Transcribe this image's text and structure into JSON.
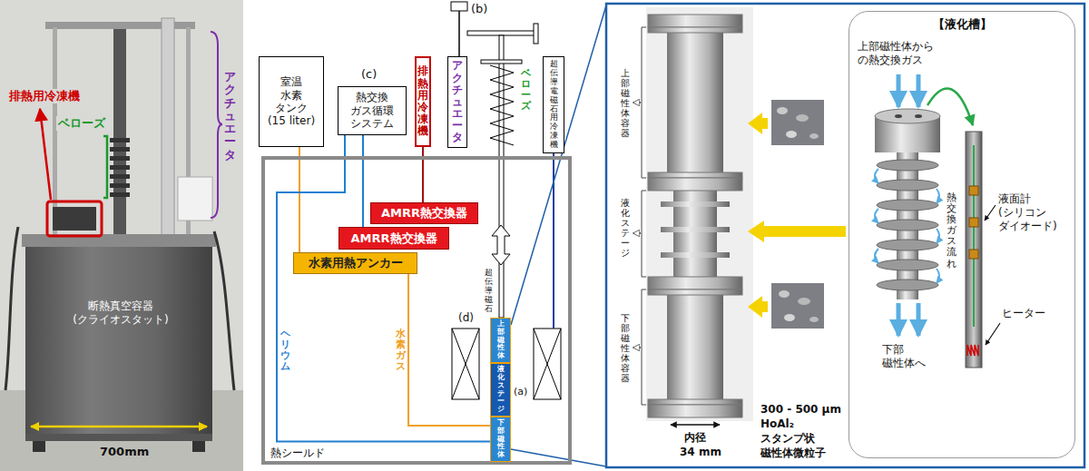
{
  "diagram": {
    "nodes": [
      {
        "text": [
          "室温 水素 タンク",
          "(15 liter)"
        ]
      },
      {
        "text": [
          "熱交換 ガス循環 システム"
        ]
      },
      {
        "text": [
          "排熱用冷凍機"
        ]
      },
      {
        "text": [
          "アクチュエータ"
        ]
      },
      {
        "text": [
          "超伝導電磁石用冷凍機"
        ]
      },
      {
        "text": [
          "熱シールド"
        ]
      },
      {
        "text": [
          "AMRR熱交換器"
        ],
        "in": 5
      },
      {
        "text": [
          "AMRR熱交換器"
        ],
        "in": 5
      },
      {
        "text": [
          "水素用熱アンカー"
        ],
        "in": 5
      },
      {
        "text": [
          "上部 磁性体"
        ],
        "in": 5
      },
      {
        "text": [
          "液化 ステージ"
        ],
        "in": 5
      },
      {
        "text": [
          "下部 磁性体"
        ],
        "in": 5
      },
      {
        "text": [
          "【液化槽】"
        ]
      }
    ],
    "edges": [
      {
        "from": 0,
        "to": 8,
        "arrow": "none"
      },
      {
        "from": 8,
        "to": 11,
        "arrow": "none",
        "label": "水素ガス"
      },
      {
        "from": 1,
        "to": 7,
        "arrow": "none"
      },
      {
        "from": 1,
        "to": 11,
        "arrow": "none",
        "label": "ヘリウム"
      },
      {
        "from": 2,
        "to": 6,
        "arrow": "none"
      }
    ],
    "labels": [
      "排熱用冷凍機",
      "ベローズ",
      "アクチュエータ",
      "断熱真空容器 (クライオスタット)",
      "700mm",
      "(c)",
      "(b)",
      "ベローズ",
      "(d)",
      "超伝導磁石",
      "(a)",
      "上部 磁性体容器",
      "液化 ステージ",
      "下部 磁性体容器",
      "内径",
      "34 mm",
      "300 - 500 μm",
      "HoAl₂",
      "スタンプ状",
      "磁性体微粒子",
      "上部磁性体から の熱交換ガス",
      "熱交換ガス流れ",
      "液面計 (シリコン ダイオード)",
      "ヒーター",
      "下部 磁性体へ"
    ]
  }
}
